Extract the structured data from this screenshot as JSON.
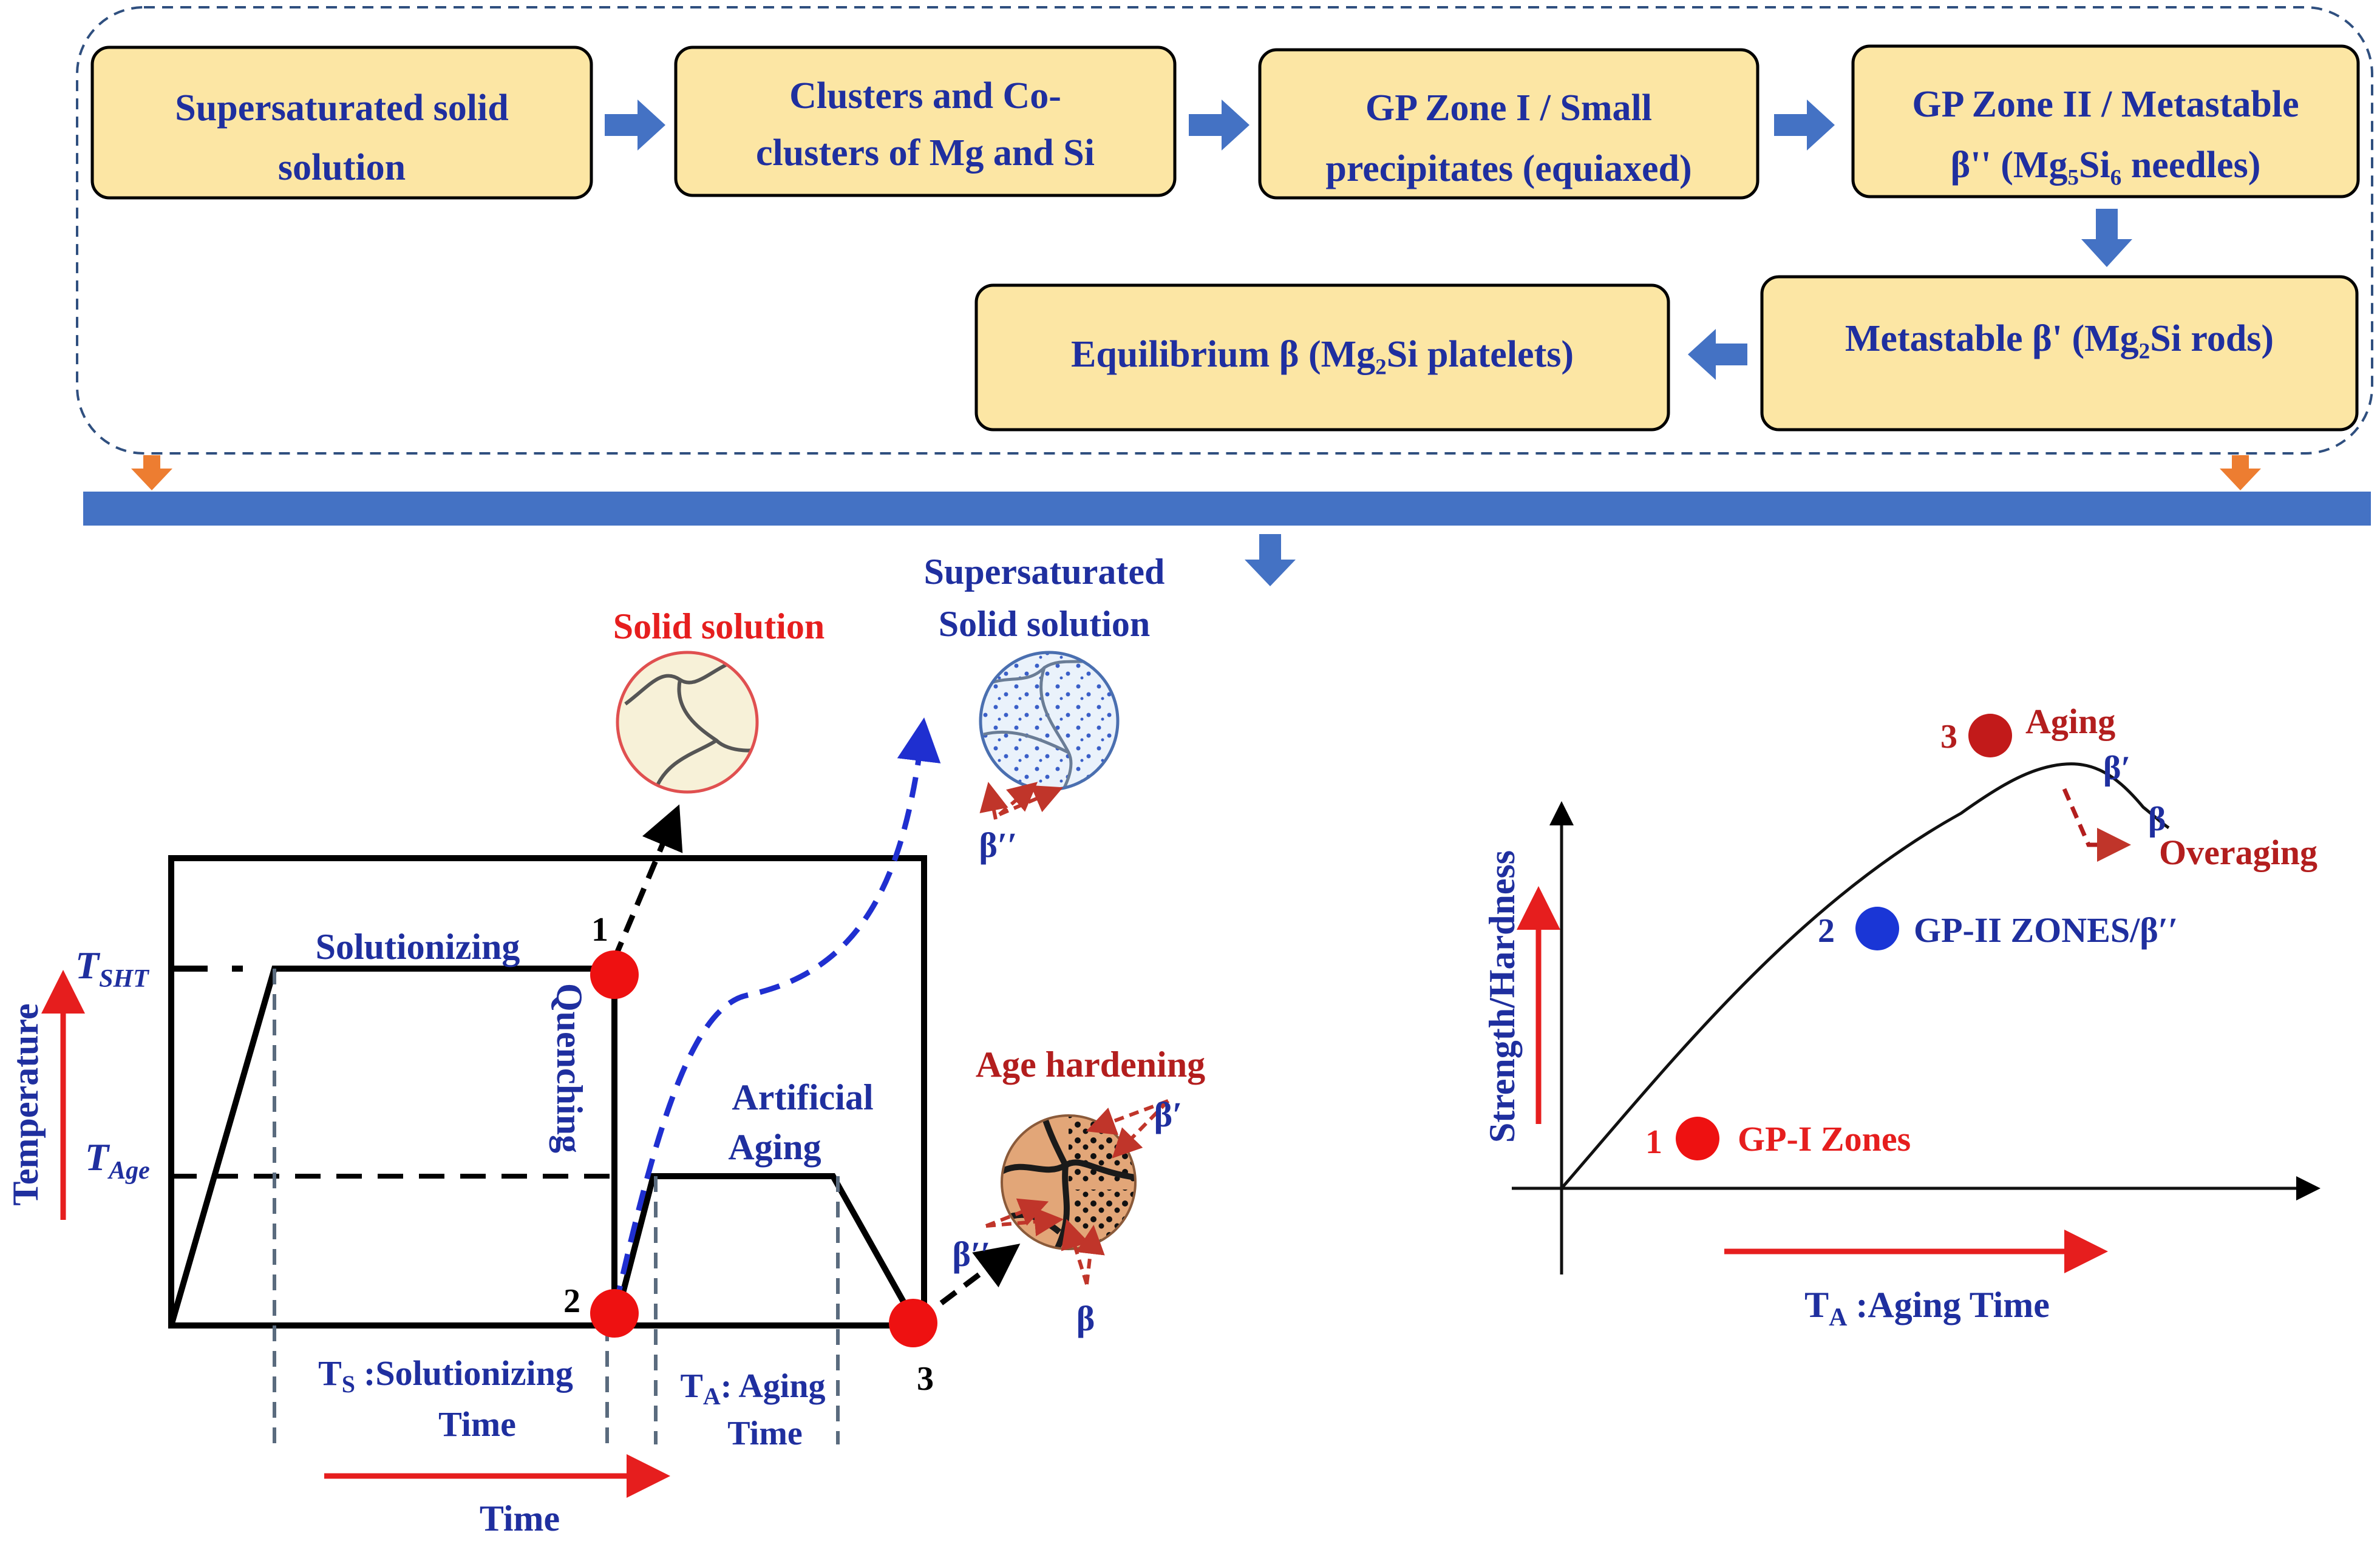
{
  "flow": {
    "stage1": [
      "Supersaturated solid",
      "solution"
    ],
    "stage2": [
      "Clusters and Co-",
      "clusters of Mg and Si"
    ],
    "stage3": [
      "GP Zone I / Small",
      "precipitates (equiaxed)"
    ],
    "stage4": [
      "GP Zone II / Metastable",
      "β'' (Mg₅Si₆ needles)"
    ],
    "stage5": "Metastable β' (Mg₂Si rods)",
    "stage6": "Equilibrium β (Mg₂Si platelets)"
  },
  "left": {
    "label_solid_solution": "Solid solution",
    "label_supersat": [
      "Supersaturated",
      "Solid solution"
    ],
    "label_beta_dd_top": "β′′",
    "label_solutionizing": "Solutionizing",
    "label_quenching": "Quenching",
    "label_artificial": [
      "Artificial",
      "Aging"
    ],
    "label_age_hardening": "Age hardening",
    "label_beta_prime": "β′",
    "label_beta_dd": "β′′",
    "label_beta": "β",
    "label_tsht": "T",
    "label_tsht_sub": "SHT",
    "label_tage": "T",
    "label_tage_sub": "Age",
    "label_temperature": "Temperature",
    "label_p1": "1",
    "label_p2": "2",
    "label_p3": "3",
    "label_ts": [
      "T",
      "S",
      ":Solutionizing",
      "Time"
    ],
    "label_ta": [
      "T",
      "A",
      ": Aging",
      "Time"
    ],
    "label_time": "Time"
  },
  "right": {
    "ylabel": "Strength/Hardness",
    "xlabel_pre": "T",
    "xlabel_sub": "A",
    "xlabel_post": ":Aging Time",
    "p1_num": "1",
    "p1_label": "GP-I Zones",
    "p2_num": "2",
    "p2_label": "GP-II ZONES/β′′",
    "p3_num": "3",
    "p3_label": "Aging",
    "beta_prime": "β′",
    "beta": "β",
    "overaging": "Overaging"
  },
  "colors": {
    "box_fill": "#fce6a4",
    "arrow_blue": "#4472c4",
    "bar_blue": "#4472c4",
    "arrow_orange": "#ed7d31",
    "text_blue": "#1f2f9f",
    "text_red": "#e61e1e",
    "text_darkred": "#b31e1e",
    "point_red": "#ee1111",
    "point_blue": "#1a36d6"
  }
}
